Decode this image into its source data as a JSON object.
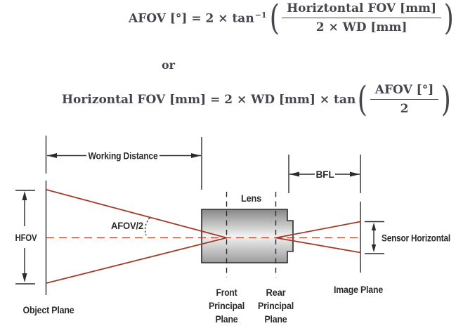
{
  "colors": {
    "background": "#ffffff",
    "formula_text": "#46444d",
    "diagram_line": "#2d2a2b",
    "ray_red": "#a63a28",
    "lens_gradient_top": "#878787",
    "lens_gradient_mid": "#f2f2f2",
    "lens_gradient_bottom": "#9b9b9b"
  },
  "formulas": {
    "afov": {
      "body": "AFOV [°] = 2 × tan",
      "exponent": "−1",
      "numerator": "Horiztontal FOV [mm]",
      "denominator": "2 × WD [mm]"
    },
    "connector": "or",
    "hfov": {
      "body": "Horizontal FOV [mm] = 2 × WD [mm] × tan",
      "numerator": "AFOV [°]",
      "denominator": "2"
    }
  },
  "diagram": {
    "labels": {
      "working_distance": "Working Distance",
      "hfov": "HFOV",
      "afov_half": "AFOV/2",
      "lens": "Lens",
      "bfl": "BFL",
      "sensor_horizontal": "Sensor Horizontal",
      "object_plane": "Object Plane",
      "front_principal": [
        "Front",
        "Principal",
        "Plane"
      ],
      "rear_principal": [
        "Rear",
        "Principal",
        "Plane"
      ],
      "image_plane": "Image Plane"
    }
  }
}
